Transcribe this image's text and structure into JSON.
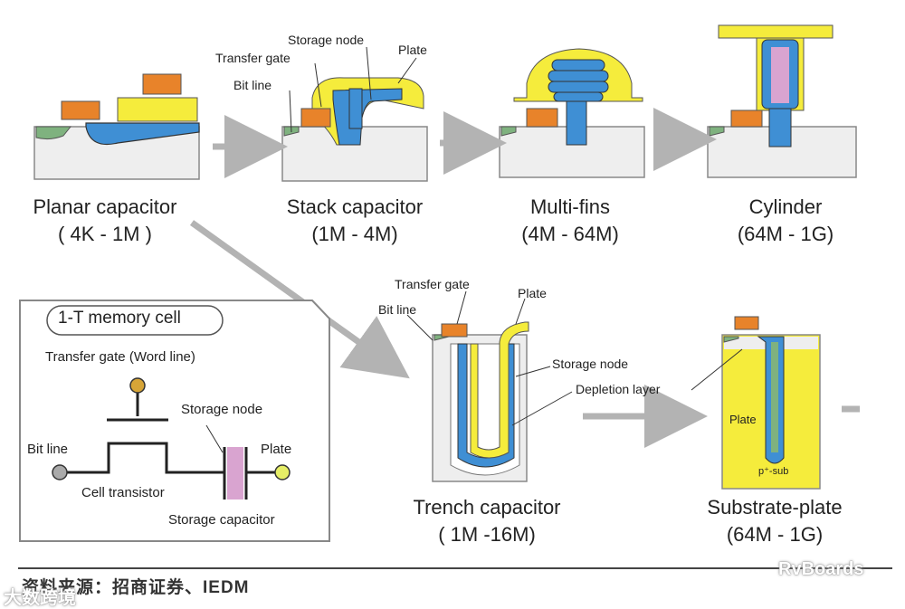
{
  "planar": {
    "title": "Planar capacitor",
    "range": "( 4K - 1M )"
  },
  "stack": {
    "title": "Stack capacitor",
    "range": "(1M - 4M)",
    "labels": {
      "storage_node": "Storage node",
      "plate": "Plate",
      "transfer_gate": "Transfer gate",
      "bit_line": "Bit line"
    }
  },
  "multifins": {
    "title": "Multi-fins",
    "range": "(4M - 64M)"
  },
  "cylinder": {
    "title": "Cylinder",
    "range": "(64M - 1G)"
  },
  "trench": {
    "title": "Trench capacitor",
    "range": "( 1M -16M)",
    "labels": {
      "transfer_gate": "Transfer gate",
      "plate": "Plate",
      "bit_line": "Bit line",
      "storage_node": "Storage node",
      "depletion_layer": "Depletion layer"
    }
  },
  "substrate": {
    "title": "Substrate-plate",
    "range": "(64M - 1G)",
    "labels": {
      "plate": "Plate",
      "psub": "p⁺-sub"
    }
  },
  "memory_cell": {
    "title": "1-T memory cell",
    "transfer_gate": "Transfer gate (Word line)",
    "storage_node": "Storage node",
    "bit_line": "Bit line",
    "plate": "Plate",
    "cell_transistor": "Cell transistor",
    "storage_capacitor": "Storage capacitor"
  },
  "source": "资料来源：招商证券、IEDM",
  "watermark_left": "大数跨境",
  "watermark_right": "RvBoards",
  "colors": {
    "substrate": "#eeeeee",
    "gate": "#e8832a",
    "plate": "#f5ec3c",
    "node": "#3f8fd4",
    "green": "#7fb27f",
    "arrow": "#b3b3b3",
    "cap": "#d9a4d0"
  }
}
